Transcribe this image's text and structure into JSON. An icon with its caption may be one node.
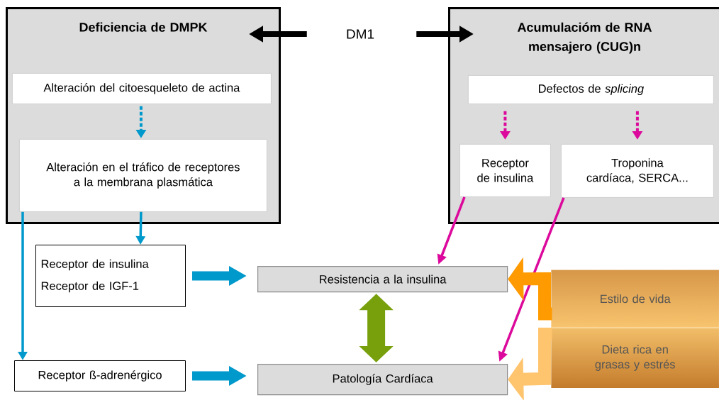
{
  "diagram": {
    "nodes": [
      {
        "text": [
          "Deficiencia de DMPK"
        ]
      },
      {
        "text": [
          "Alteración del citoesqueleto de actina"
        ],
        "in": 0
      },
      {
        "text": [
          "Alteración en el tráfico de receptores a la membrana plasmática"
        ],
        "in": 0
      },
      {
        "text": [
          "DM1"
        ]
      },
      {
        "text": [
          "Acumulacióm de RNA mensajero (CUG)n"
        ]
      },
      {
        "text": [
          "Defectos de *splicing*"
        ],
        "in": 4
      },
      {
        "text": [
          "Receptor de insulina"
        ],
        "in": 4
      },
      {
        "text": [
          "Troponina cardíaca, SERCA..."
        ],
        "in": 4
      },
      {
        "text": [
          "Receptor de insulina",
          "Receptor de IGF-1"
        ]
      },
      {
        "text": [
          "Receptor ß-adrenérgico"
        ]
      },
      {
        "text": [
          "Resistencia a la insulina"
        ]
      },
      {
        "text": [
          "Patología Cardíaca"
        ]
      },
      {
        "text": [
          "Estilo de vida"
        ]
      },
      {
        "text": [
          "Dieta rica en grasas y estrés"
        ]
      }
    ],
    "edges": [
      {
        "from": 3,
        "to": 0,
        "arrow": "to",
        "style": "thick",
        "color": "#000000"
      },
      {
        "from": 3,
        "to": 4,
        "arrow": "to",
        "style": "thick",
        "color": "#000000"
      },
      {
        "from": 1,
        "to": 2,
        "arrow": "to",
        "style": "dashed"
      },
      {
        "from": 2,
        "to": 8,
        "arrow": "to"
      },
      {
        "from": 2,
        "to": 9,
        "arrow": "to"
      },
      {
        "from": 8,
        "to": 10,
        "arrow": "to",
        "style": "thick"
      },
      {
        "from": 9,
        "to": 11,
        "arrow": "to",
        "style": "thick"
      },
      {
        "from": 10,
        "to": 11,
        "arrow": "both",
        "style": "thick",
        "color": "#78a00c"
      },
      {
        "from": 5,
        "to": 6,
        "arrow": "to",
        "style": "dashed",
        "color": "#dc0a9c"
      },
      {
        "from": 5,
        "to": 7,
        "arrow": "to",
        "style": "dashed",
        "color": "#dc0a9c"
      },
      {
        "from": 6,
        "to": 10,
        "arrow": "to",
        "color": "#dc0a9c"
      },
      {
        "from": 7,
        "to": 11,
        "arrow": "to",
        "color": "#dc0a9c"
      },
      {
        "from": 12,
        "to": 10,
        "arrow": "to",
        "style": "thick",
        "color": "#ff9a00"
      },
      {
        "from": 13,
        "to": 11,
        "arrow": "to",
        "style": "thick",
        "color": "#ffc46e"
      }
    ]
  }
}
